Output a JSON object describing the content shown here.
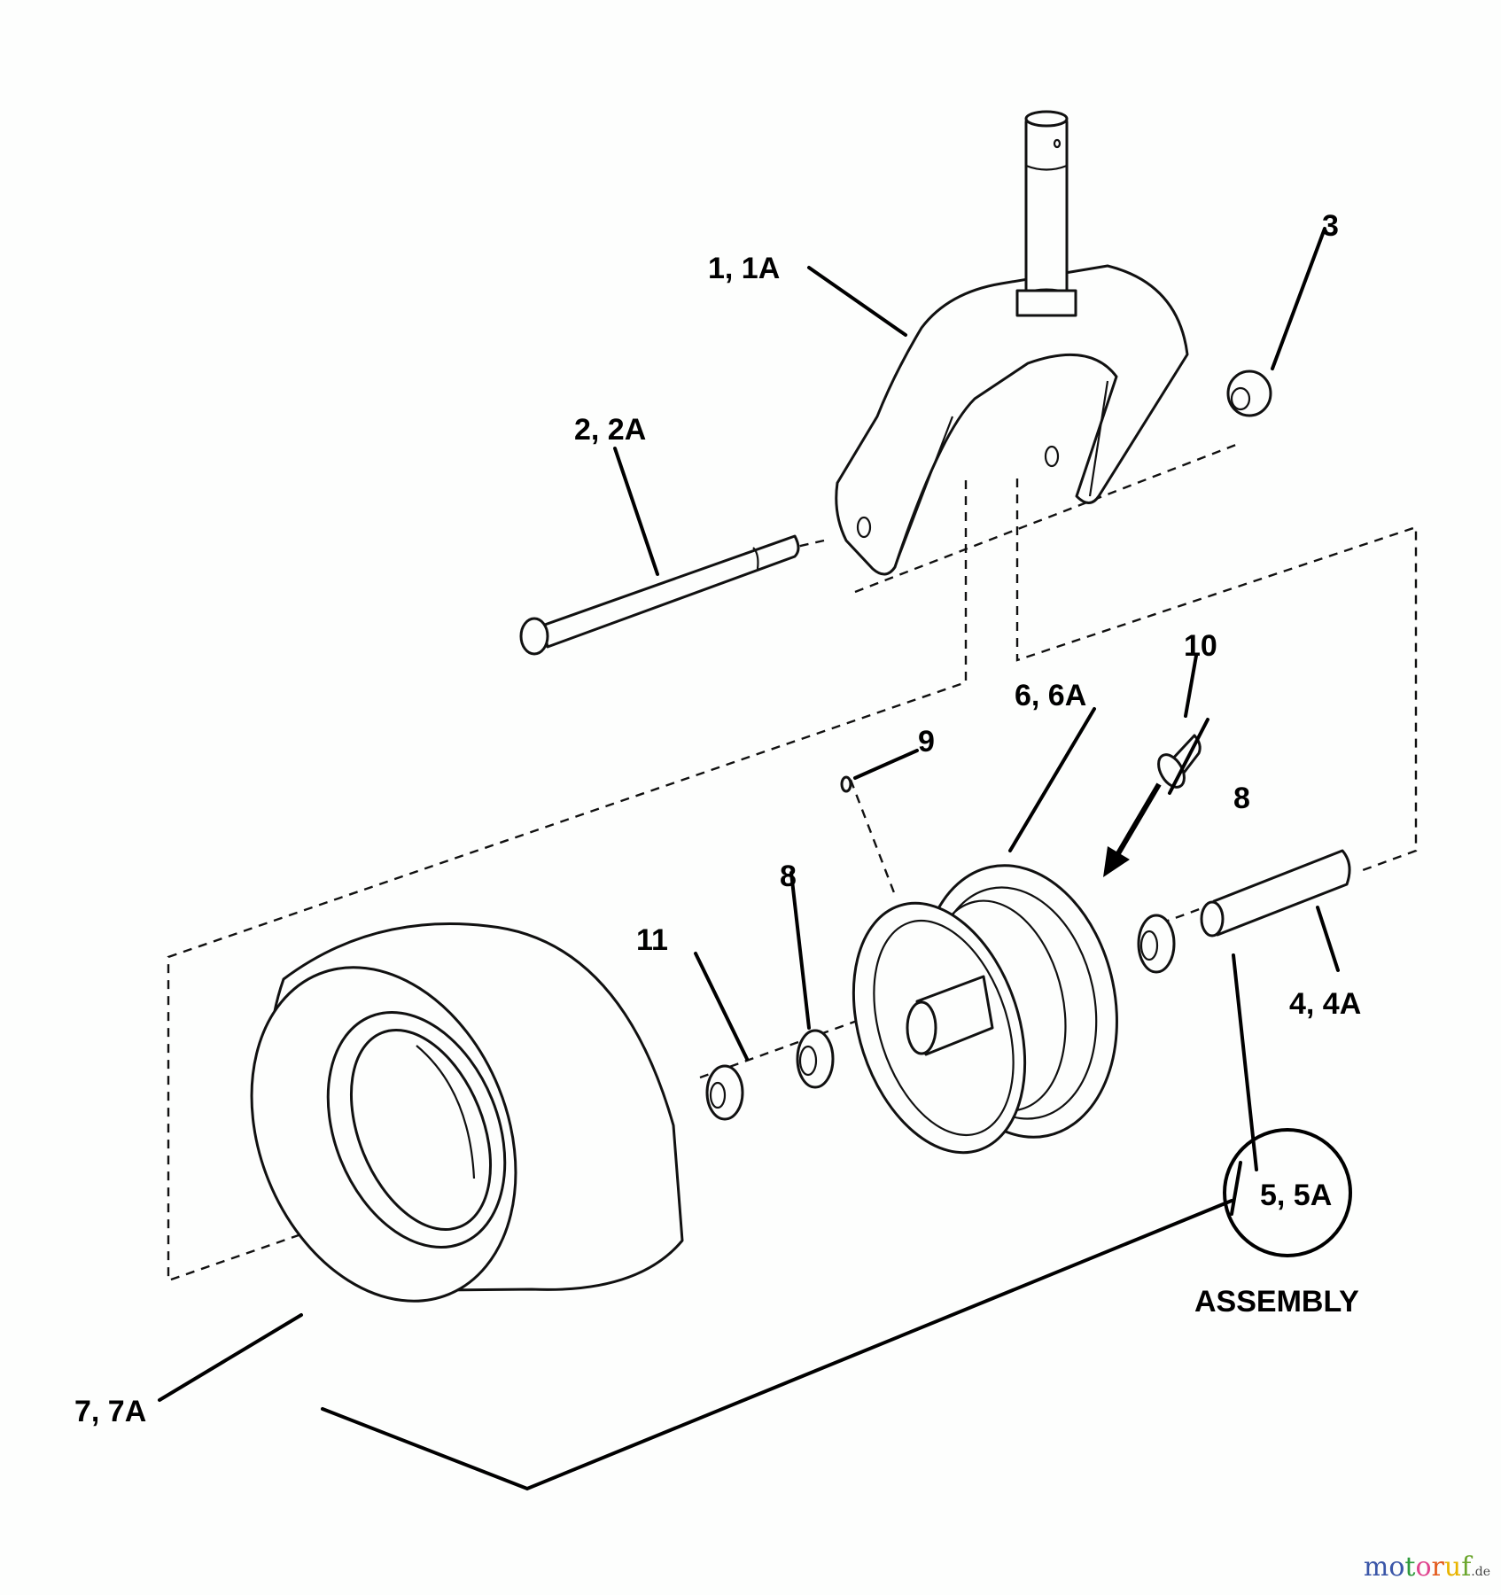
{
  "diagram": {
    "type": "exploded-parts-view",
    "callouts": [
      {
        "id": "c1",
        "label": "1, 1A"
      },
      {
        "id": "c2",
        "label": "2, 2A"
      },
      {
        "id": "c3",
        "label": "3"
      },
      {
        "id": "c4",
        "label": "4, 4A"
      },
      {
        "id": "c5",
        "label": "5, 5A"
      },
      {
        "id": "c6",
        "label": "6, 6A"
      },
      {
        "id": "c7",
        "label": "7, 7A"
      },
      {
        "id": "c8a",
        "label": "8"
      },
      {
        "id": "c8b",
        "label": "8"
      },
      {
        "id": "c9",
        "label": "9"
      },
      {
        "id": "c10",
        "label": "10"
      },
      {
        "id": "c11",
        "label": "11"
      }
    ],
    "assembly_label": "ASSEMBLY"
  },
  "watermark": {
    "letters": [
      {
        "ch": "m",
        "color": "#3a56a8"
      },
      {
        "ch": "o",
        "color": "#3a56a8"
      },
      {
        "ch": "t",
        "color": "#2e9a3c"
      },
      {
        "ch": "o",
        "color": "#e0458f"
      },
      {
        "ch": "r",
        "color": "#e35a1c"
      },
      {
        "ch": "u",
        "color": "#e8b400"
      },
      {
        "ch": "f",
        "color": "#6aa62c"
      }
    ],
    "tld": ".de"
  }
}
